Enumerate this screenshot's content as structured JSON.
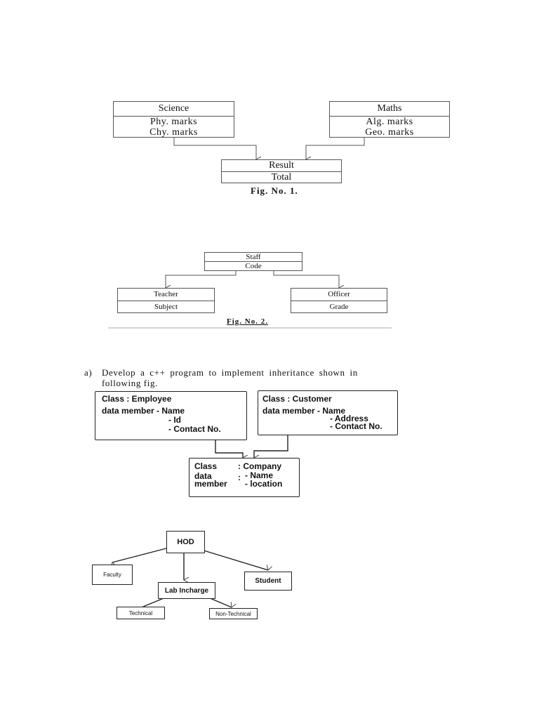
{
  "fig1": {
    "science": {
      "title": "Science",
      "line1": "Phy. marks",
      "line2": "Chy. marks"
    },
    "maths": {
      "title": "Maths",
      "line1": "Alg. marks",
      "line2": "Geo. marks"
    },
    "result": {
      "title": "Result",
      "line1": "Total"
    },
    "caption": "Fig. No. 1."
  },
  "fig2": {
    "staff": {
      "title": "Staff",
      "line1": "Code"
    },
    "teacher": {
      "title": "Teacher",
      "line1": "Subject"
    },
    "officer": {
      "title": "Officer",
      "line1": "Grade"
    },
    "caption": "Fig. No. 2."
  },
  "question": {
    "label": "a)",
    "text_line1": "Develop a c++ program to implement inheritance shown in",
    "text_line2": "following fig."
  },
  "fig3": {
    "employee": {
      "class_line": "Class : Employee",
      "dm_label": "data member - Name",
      "m2": "- Id",
      "m3": "- Contact No."
    },
    "customer": {
      "class_line": "Class : Customer",
      "dm_label": "data member - Name",
      "m2": "- Address",
      "m3": "- Contact No."
    },
    "company": {
      "class_label": "Class",
      "class_value": ": Company",
      "data_label": "data",
      "member_label": "member",
      "colon": ":",
      "m1": "- Name",
      "m2": "- location"
    }
  },
  "fig4": {
    "hod": "HOD",
    "faculty": "Faculty",
    "lab_incharge": "Lab Incharge",
    "student": "Student",
    "technical": "Technical",
    "non_technical": "Non-Technical"
  }
}
